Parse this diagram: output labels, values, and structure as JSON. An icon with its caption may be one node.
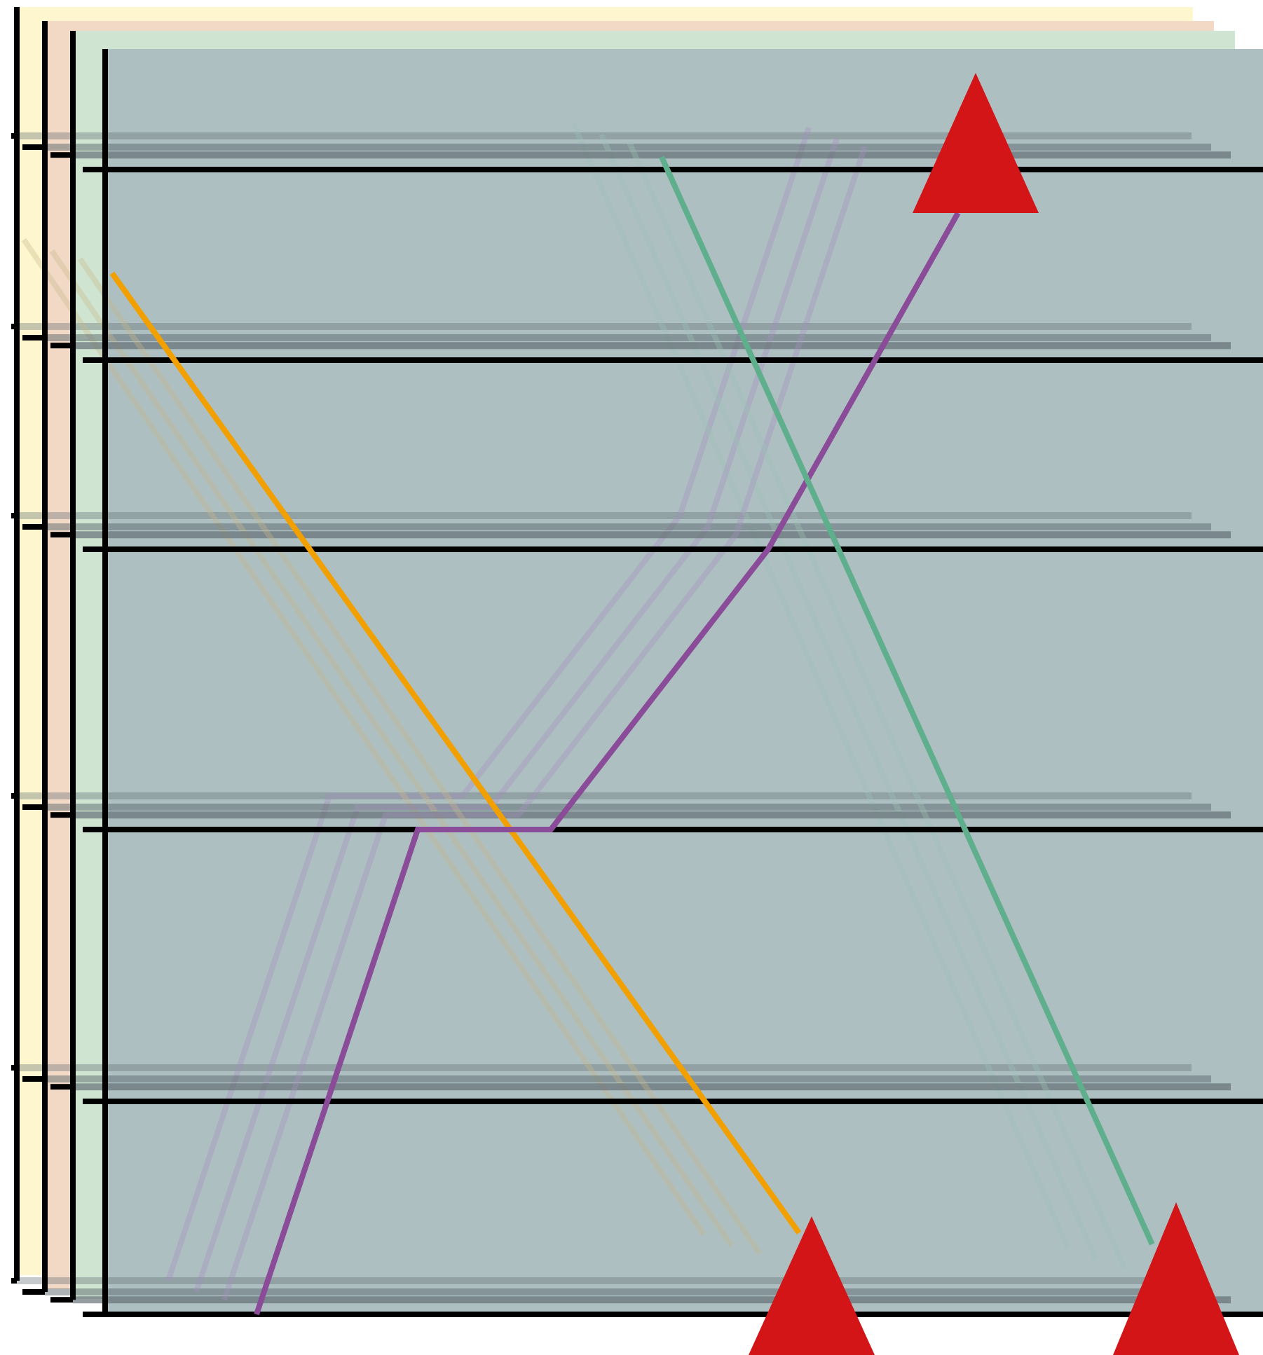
{
  "diagram": {
    "nodes": [
      {
        "text": [],
        "shape": "triangle"
      },
      {
        "text": [],
        "shape": "triangle"
      },
      {
        "text": [],
        "shape": "triangle"
      }
    ],
    "edges": [
      {
        "from": null,
        "to": 1,
        "arrow": "none",
        "color": "#f2a000"
      },
      {
        "from": null,
        "to": 0,
        "arrow": "none",
        "color": "#8a4b98"
      },
      {
        "from": null,
        "to": 2,
        "arrow": "none",
        "color": "#5fae8c"
      }
    ]
  }
}
